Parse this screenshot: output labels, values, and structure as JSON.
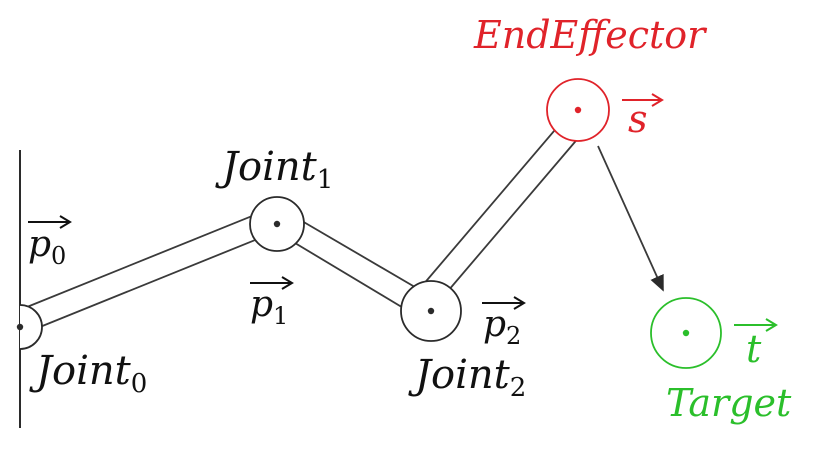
{
  "colors": {
    "ink": "#2b2b2b",
    "end_effector": "#e0232a",
    "target": "#2bbf2b",
    "background": "#ffffff"
  },
  "labels": {
    "joint0": {
      "base": "Joint",
      "sub": "0"
    },
    "joint1": {
      "base": "Joint",
      "sub": "1"
    },
    "joint2": {
      "base": "Joint",
      "sub": "2"
    },
    "end_effector": "EndEffector",
    "target": "Target"
  },
  "vectors": {
    "p0": {
      "name": "p",
      "sub": "0"
    },
    "p1": {
      "name": "p",
      "sub": "1"
    },
    "p2": {
      "name": "p",
      "sub": "2"
    },
    "s": {
      "name": "s"
    },
    "t": {
      "name": "t"
    }
  }
}
